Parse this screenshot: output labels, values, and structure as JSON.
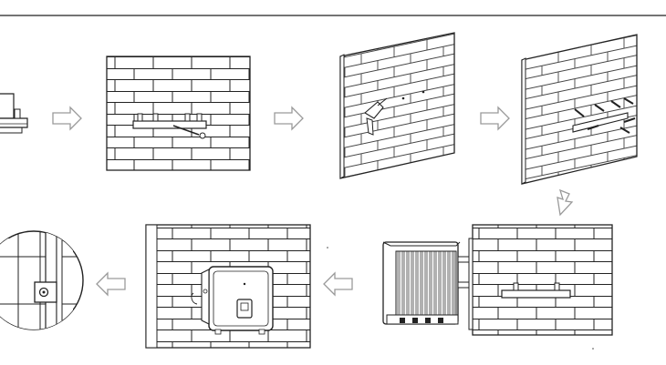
{
  "diagram": {
    "kind": "wall-mounting-instruction-sequence",
    "steps": [
      {
        "step": 1,
        "content": "bracket-part"
      },
      {
        "step": 2,
        "content": "bracket-on-brick-wall-marking"
      },
      {
        "step": 3,
        "content": "drilling-holes-in-wall"
      },
      {
        "step": 4,
        "content": "inserting-expansion-bolts"
      },
      {
        "step": 5,
        "content": "bracket-fixed-to-wall"
      },
      {
        "step": 6,
        "content": "hanging-inverter-side-view"
      },
      {
        "step": 7,
        "content": "inverter-mounted-front-view"
      },
      {
        "step": 8,
        "content": "locking-screw-detail"
      }
    ],
    "colors": {
      "line": "#222222",
      "arrow": "#9a9a9a",
      "background": "#ffffff"
    },
    "arrow_icon": "hollow-right-arrow"
  }
}
